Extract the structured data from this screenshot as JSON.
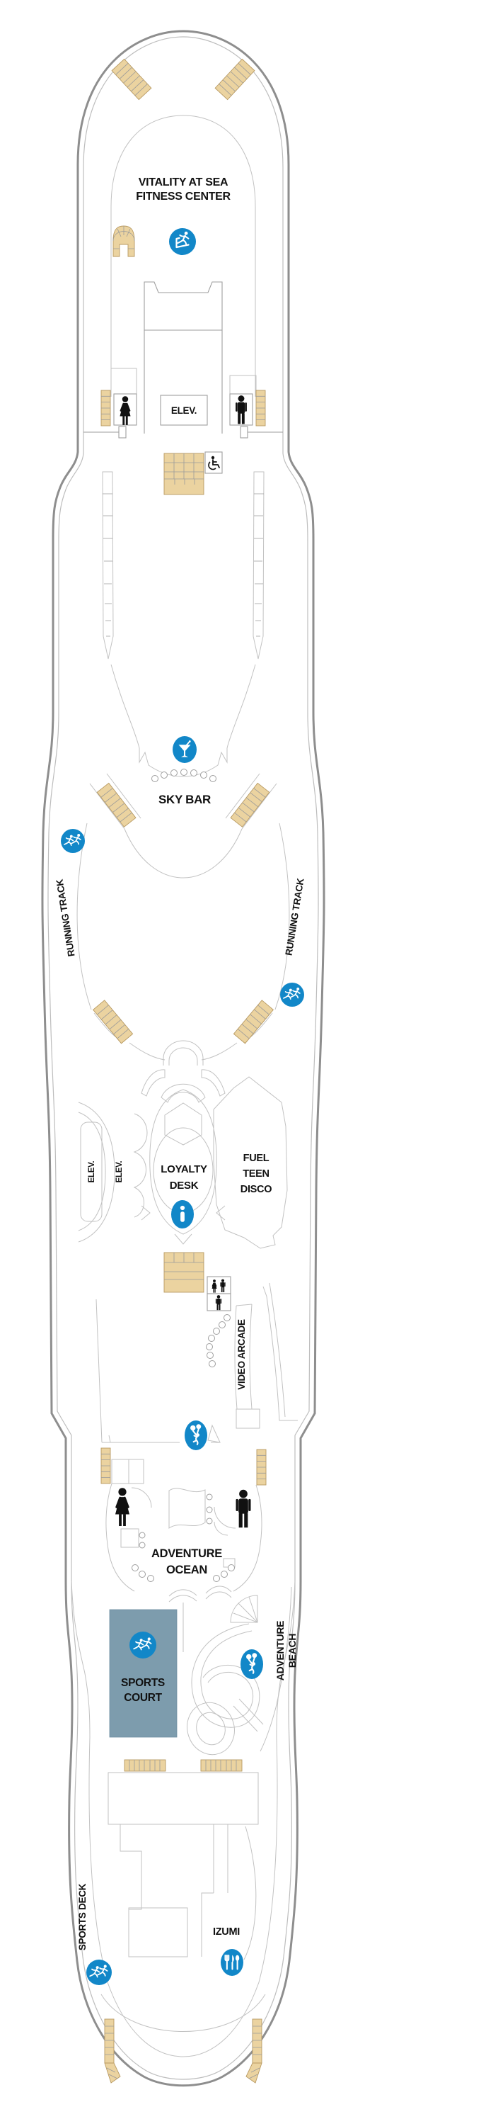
{
  "plan": {
    "ship_area": "upper sports and fitness deck plan",
    "labels": {
      "fitness_center": [
        "VITALITY AT SEA",
        "FITNESS CENTER"
      ],
      "elevator": "ELEV.",
      "sky_bar": "SKY BAR",
      "running_track": "RUNNING TRACK",
      "loyalty_desk": [
        "LOYALTY",
        "DESK"
      ],
      "fuel_teen_disco": [
        "FUEL",
        "TEEN",
        "DISCO"
      ],
      "video_arcade": "VIDEO ARCADE",
      "adventure_ocean": [
        "ADVENTURE",
        "OCEAN"
      ],
      "sports_court": [
        "SPORTS",
        "COURT"
      ],
      "adventure_beach": [
        "ADVENTURE",
        "BEACH"
      ],
      "sports_deck": "SPORTS DECK",
      "izumi": "IZUMI"
    },
    "icons": {
      "treadmill": "fitness-treadmill-runner-icon",
      "martini": "bar-martini-icon",
      "runners": "running-track-runners-icon",
      "info": "information-icon",
      "balloons_kid": "kids-club-balloons-icon",
      "dining": "dining-fork-knife-spoon-icon",
      "wheelchair": "wheelchair-accessible-icon",
      "woman": "womens-restroom-icon",
      "man": "mens-restroom-icon"
    },
    "colors": {
      "icon_blue": "#1287c8",
      "stair_tan": "#ebd3a0",
      "court_slate": "#7d9cad",
      "outline_gray": "#9e9e9e",
      "hull_gray": "#8e8e8e",
      "text_black": "#111111"
    }
  }
}
